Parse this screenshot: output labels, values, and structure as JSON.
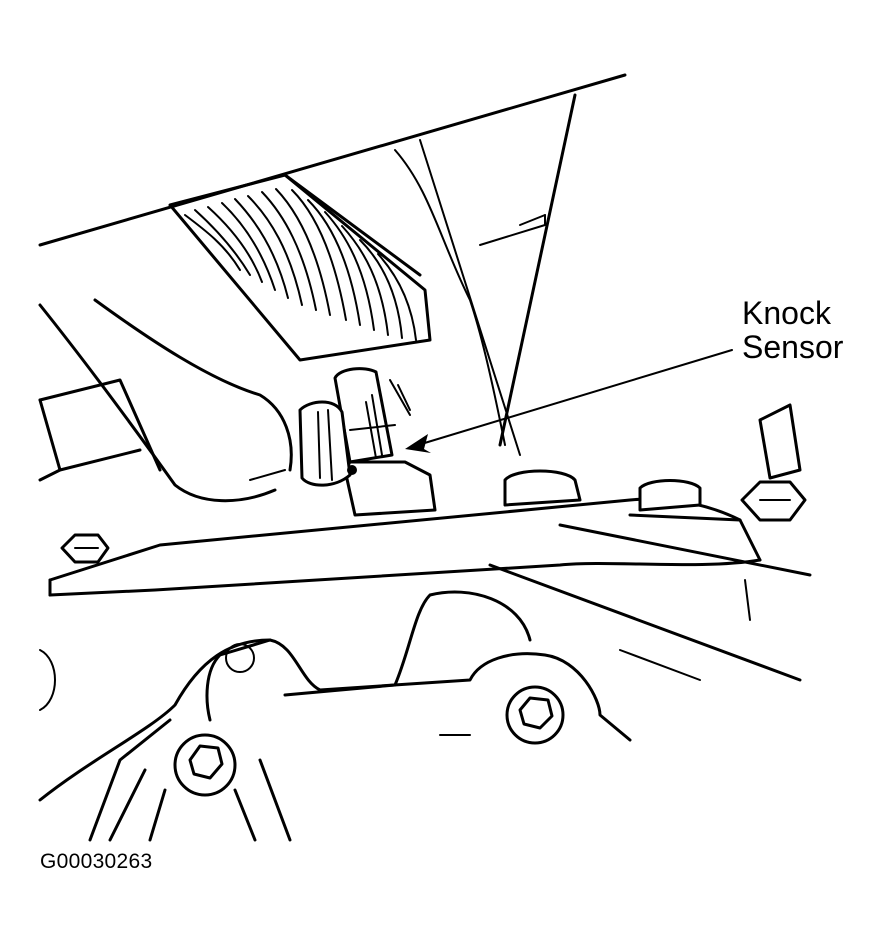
{
  "callout": {
    "line1": "Knock",
    "line2": "Sensor"
  },
  "figure_code": "G00030263",
  "colors": {
    "ink": "#000000",
    "paper": "#ffffff"
  }
}
